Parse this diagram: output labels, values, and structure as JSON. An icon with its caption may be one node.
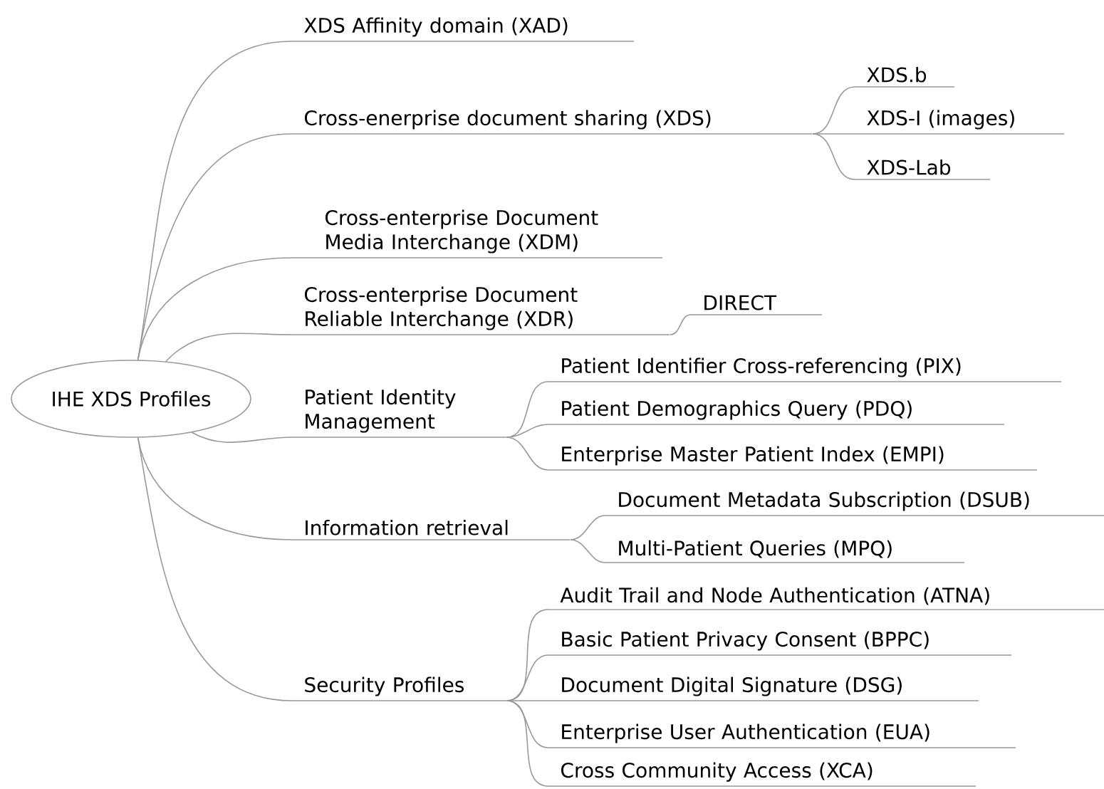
{
  "diagram": {
    "nodes": [
      {
        "text": [
          "IHE XDS Profiles"
        ]
      },
      {
        "text": [
          "XDS Affinity domain (XAD)"
        ]
      },
      {
        "text": [
          "Cross-enerprise document sharing (XDS)"
        ]
      },
      {
        "text": [
          "XDS.b"
        ]
      },
      {
        "text": [
          "XDS-I (images)"
        ]
      },
      {
        "text": [
          "XDS-Lab"
        ]
      },
      {
        "text": [
          "Cross-enterprise Document Media Interchange (XDM)"
        ]
      },
      {
        "text": [
          "Cross-enterprise Document Reliable Interchange (XDR)"
        ]
      },
      {
        "text": [
          "DIRECT"
        ]
      },
      {
        "text": [
          "Patient Identity Management"
        ]
      },
      {
        "text": [
          "Patient Identifier Cross-referencing (PIX)"
        ]
      },
      {
        "text": [
          "Patient Demographics Query  (PDQ)"
        ]
      },
      {
        "text": [
          "Enterprise Master Patient Index (EMPI)"
        ]
      },
      {
        "text": [
          "Information retrieval"
        ]
      },
      {
        "text": [
          "Document Metadata Subscription (DSUB)"
        ]
      },
      {
        "text": [
          "Multi-Patient Queries (MPQ)"
        ]
      },
      {
        "text": [
          "Security Profiles"
        ]
      },
      {
        "text": [
          "Audit Trail and Node Authentication (ATNA)"
        ]
      },
      {
        "text": [
          "Basic Patient Privacy Consent (BPPC)"
        ]
      },
      {
        "text": [
          "Document Digital Signature (DSG)"
        ]
      },
      {
        "text": [
          "Enterprise User Authentication (EUA)"
        ]
      },
      {
        "text": [
          "Cross Community Access (XCA)"
        ]
      }
    ],
    "edges": [
      {
        "from": 0,
        "to": 1,
        "arrow": "none"
      },
      {
        "from": 0,
        "to": 2,
        "arrow": "none"
      },
      {
        "from": 2,
        "to": 3,
        "arrow": "none"
      },
      {
        "from": 2,
        "to": 4,
        "arrow": "none"
      },
      {
        "from": 2,
        "to": 5,
        "arrow": "none"
      },
      {
        "from": 0,
        "to": 6,
        "arrow": "none"
      },
      {
        "from": 0,
        "to": 7,
        "arrow": "none"
      },
      {
        "from": 7,
        "to": 8,
        "arrow": "none"
      },
      {
        "from": 0,
        "to": 9,
        "arrow": "none"
      },
      {
        "from": 9,
        "to": 10,
        "arrow": "none"
      },
      {
        "from": 9,
        "to": 11,
        "arrow": "none"
      },
      {
        "from": 9,
        "to": 12,
        "arrow": "none"
      },
      {
        "from": 0,
        "to": 13,
        "arrow": "none"
      },
      {
        "from": 13,
        "to": 14,
        "arrow": "none"
      },
      {
        "from": 13,
        "to": 15,
        "arrow": "none"
      },
      {
        "from": 0,
        "to": 16,
        "arrow": "none"
      },
      {
        "from": 16,
        "to": 17,
        "arrow": "none"
      },
      {
        "from": 16,
        "to": 18,
        "arrow": "none"
      },
      {
        "from": 16,
        "to": 19,
        "arrow": "none"
      },
      {
        "from": 16,
        "to": 20,
        "arrow": "none"
      },
      {
        "from": 16,
        "to": 21,
        "arrow": "none"
      }
    ]
  }
}
